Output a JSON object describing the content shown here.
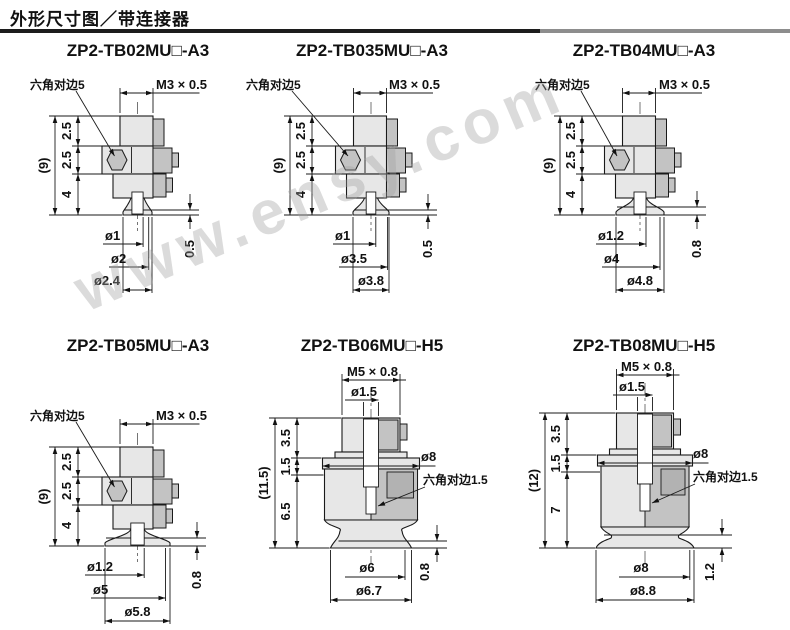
{
  "page": {
    "title": "外形尺寸图／带连接器"
  },
  "watermark": "www.ensy.com",
  "panels": [
    {
      "title": "ZP2-TB02MU□-A3",
      "hex_label": "六角对边5",
      "thread_label": "M3 × 0.5",
      "seg1": "2.5",
      "seg2": "2.5",
      "seg3": "4",
      "overall": "(9)",
      "lip": "0.5",
      "dia1": "ø1",
      "dia2": "ø2",
      "dia3": "ø2.4"
    },
    {
      "title": "ZP2-TB035MU□-A3",
      "hex_label": "六角对边5",
      "thread_label": "M3 × 0.5",
      "seg1": "2.5",
      "seg2": "2.5",
      "seg3": "4",
      "overall": "(9)",
      "lip": "0.5",
      "dia1": "ø1",
      "dia2": "ø3.5",
      "dia3": "ø3.8"
    },
    {
      "title": "ZP2-TB04MU□-A3",
      "hex_label": "六角对边5",
      "thread_label": "M3 × 0.5",
      "seg1": "2.5",
      "seg2": "2.5",
      "seg3": "4",
      "overall": "(9)",
      "lip": "0.8",
      "dia1": "ø1.2",
      "dia2": "ø4",
      "dia3": "ø4.8"
    },
    {
      "title": "ZP2-TB05MU□-A3",
      "hex_label": "六角对边5",
      "thread_label": "M3 × 0.5",
      "seg1": "2.5",
      "seg2": "2.5",
      "seg3": "4",
      "overall": "(9)",
      "lip": "0.8",
      "dia1": "ø1.2",
      "dia2": "ø5",
      "dia3": "ø5.8"
    },
    {
      "title": "ZP2-TB06MU□-H5",
      "thread_label": "M5 × 0.8",
      "port": "ø1.5",
      "flange": "ø8",
      "hex_label": "六角对边1.5",
      "seg1": "3.5",
      "seg2": "1.5",
      "seg3": "6.5",
      "overall": "(11.5)",
      "lip": "0.8",
      "dia1": "ø6",
      "dia2": "ø6.7"
    },
    {
      "title": "ZP2-TB08MU□-H5",
      "thread_label": "M5 × 0.8",
      "port": "ø1.5",
      "flange": "ø8",
      "hex_label": "六角对边1.5",
      "seg1": "3.5",
      "seg2": "1.5",
      "seg3": "7",
      "overall": "(12)",
      "lip": "1.2",
      "dia1": "ø8",
      "dia2": "ø8.8"
    }
  ]
}
